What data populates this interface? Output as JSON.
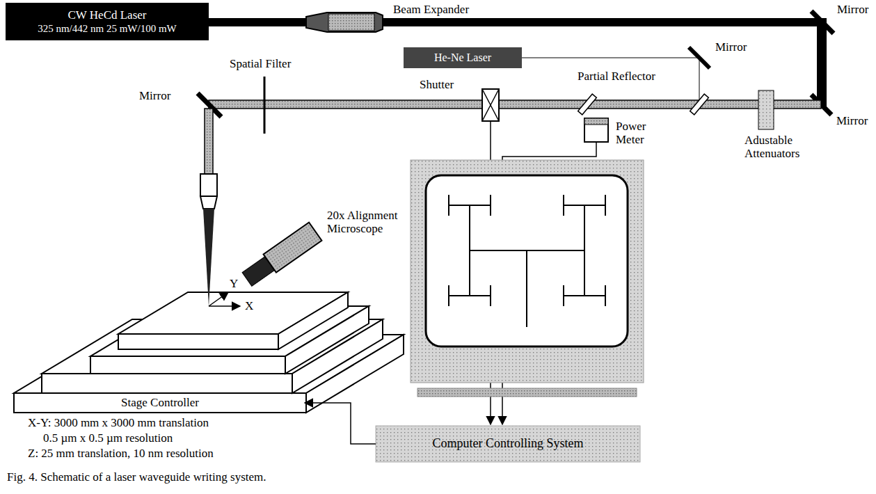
{
  "diagram": {
    "caption": "Fig. 4. Schematic of a laser waveguide writing system.",
    "nodes": [
      {
        "text": [
          "CW HeCd Laser",
          "325 nm/442 nm 25 mW/100 mW"
        ]
      },
      {
        "text": [
          "He-Ne Laser"
        ]
      },
      {
        "text": [
          "Stage Controller"
        ]
      },
      {
        "text": [
          "Computer Controlling System"
        ]
      }
    ],
    "edges": [
      {
        "from": 3,
        "to": 2,
        "arrow": "to"
      }
    ],
    "labels": [
      "Beam Expander",
      "Mirror",
      "Mirror",
      "Spatial Filter",
      "Mirror",
      "Shutter",
      "Partial Reflector",
      "Mirror",
      "20x Alignment Microscope",
      "Power Meter",
      "Adustable Attenuators",
      "Y",
      "X",
      "X-Y: 3000 mm x 3000 mm translation",
      "0.5 µm x 0.5 µm resolution",
      "Z: 25 mm translation, 10 nm resolution"
    ]
  }
}
